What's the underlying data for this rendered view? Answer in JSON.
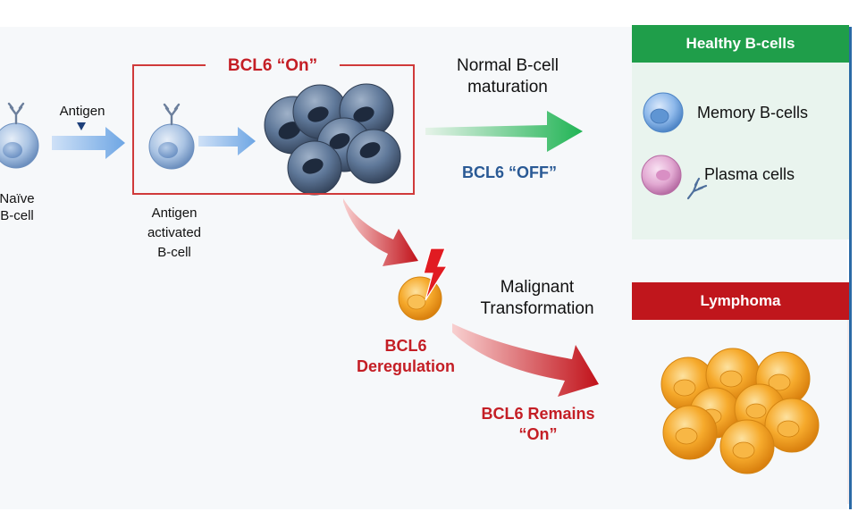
{
  "labels": {
    "antigen": "Antigen",
    "naive_cell": [
      "Naïve",
      "B-cell"
    ],
    "activated_cell": [
      "Antigen",
      "activated",
      "B-cell"
    ],
    "bcl6_on": "BCL6 “On”",
    "normal_maturation": [
      "Normal B-cell",
      "maturation"
    ],
    "bcl6_off": "BCL6 “OFF”",
    "malignant": [
      "Malignant",
      "Transformation"
    ],
    "bcl6_deregulation": [
      "BCL6",
      "Deregulation"
    ],
    "bcl6_remains_on": [
      "BCL6 Remains",
      "“On”"
    ]
  },
  "healthy_panel": {
    "title": "Healthy B-cells",
    "memory": "Memory B-cells",
    "plasma": "Plasma cells"
  },
  "lymphoma_panel": {
    "title": "Lymphoma"
  },
  "colors": {
    "red": "#c41e25",
    "blue_text": "#2a5a95",
    "green_header": "#1f9e4a",
    "red_header": "#c0161c",
    "cell_blue": "#8fb3dc",
    "cell_dark": "#4f6a8e",
    "cell_orange": "#f5a623"
  }
}
